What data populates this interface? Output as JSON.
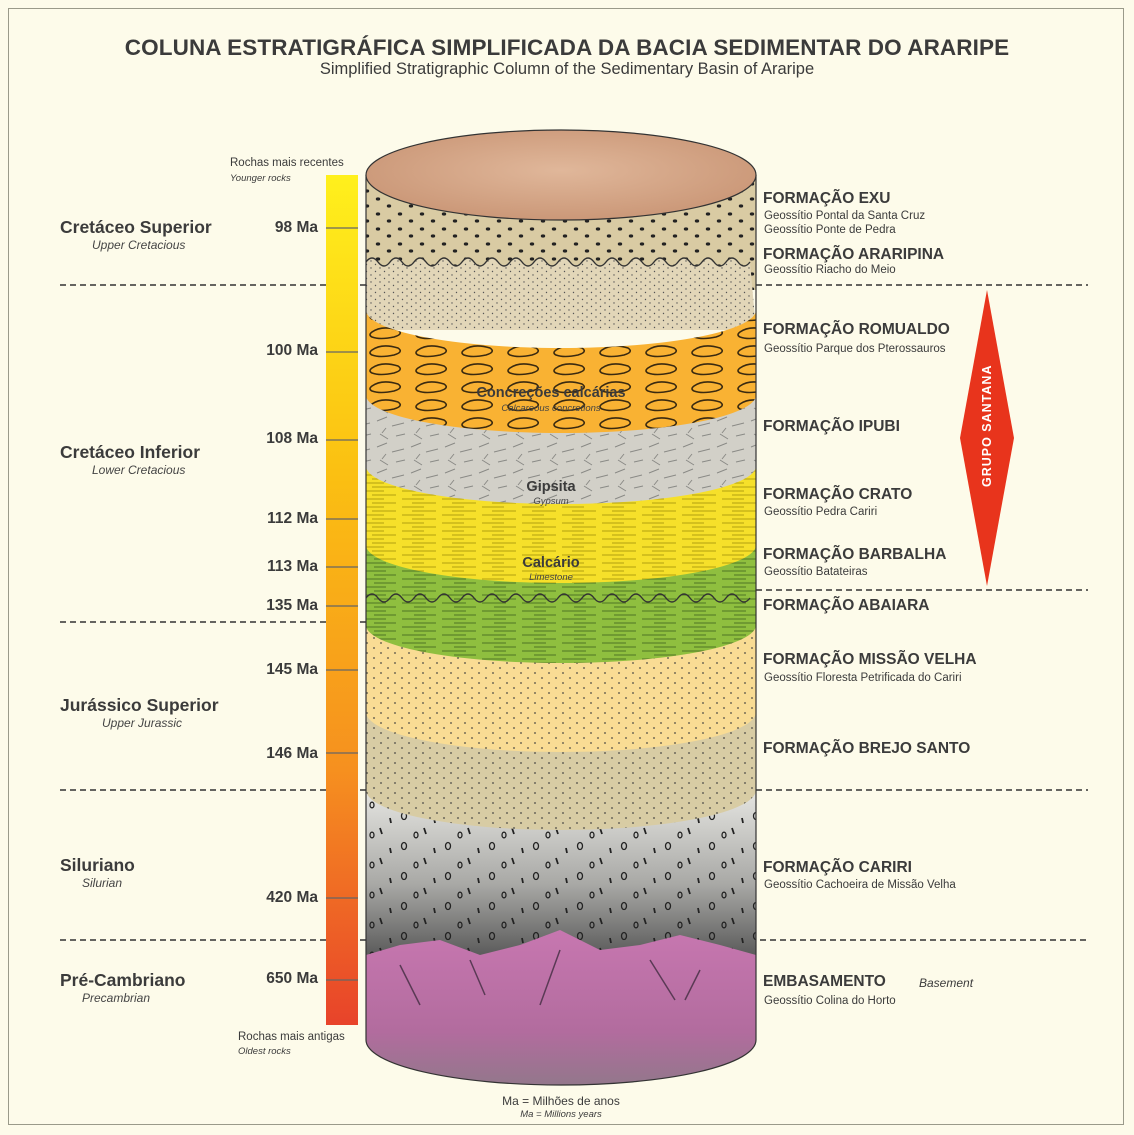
{
  "title": "COLUNA ESTRATIGRÁFICA SIMPLIFICADA DA BACIA SEDIMENTAR DO ARARIPE",
  "subtitle": "Simplified Stratigraphic Column of the Sedimentary Basin of Araripe",
  "scale": {
    "top_label": "Rochas mais recentes",
    "top_label_en": "Younger rocks",
    "bottom_label": "Rochas mais antigas",
    "bottom_label_en": "Oldest rocks"
  },
  "periods": [
    {
      "name": "Cretáceo Superior",
      "name_en": "Upper Cretacious"
    },
    {
      "name": "Cretáceo Inferior",
      "name_en": "Lower Cretacious"
    },
    {
      "name": "Jurássico Superior",
      "name_en": "Upper Jurassic"
    },
    {
      "name": "Siluriano",
      "name_en": "Silurian"
    },
    {
      "name": "Pré-Cambriano",
      "name_en": "Precambrian"
    }
  ],
  "ages": [
    "98 Ma",
    "100 Ma",
    "108 Ma",
    "112 Ma",
    "113 Ma",
    "135 Ma",
    "145 Ma",
    "146 Ma",
    "420 Ma",
    "650 Ma"
  ],
  "formations": [
    {
      "name": "FORMAÇÃO EXU",
      "geo": [
        "Geossítio Pontal da Santa Cruz",
        "Geossítio Ponte de Pedra"
      ]
    },
    {
      "name": "FORMAÇÃO ARARIPINA",
      "geo": [
        "Geossítio Riacho do Meio"
      ]
    },
    {
      "name": "FORMAÇÃO ROMUALDO",
      "geo": [
        "Geossítio Parque dos Pterossauros"
      ]
    },
    {
      "name": "FORMAÇÃO IPUBI",
      "geo": []
    },
    {
      "name": "FORMAÇÃO CRATO",
      "geo": [
        "Geossítio Pedra Cariri"
      ]
    },
    {
      "name": "FORMAÇÃO BARBALHA",
      "geo": [
        "Geossítio Batateiras"
      ]
    },
    {
      "name": "FORMAÇÃO ABAIARA",
      "geo": []
    },
    {
      "name": "FORMAÇÃO MISSÃO VELHA",
      "geo": [
        "Geossítio Floresta Petrificada do Cariri"
      ]
    },
    {
      "name": "FORMAÇÃO BREJO SANTO",
      "geo": []
    },
    {
      "name": "FORMAÇÃO CARIRI",
      "geo": [
        "Geossítio Cachoeira de Missão Velha"
      ]
    },
    {
      "name": "EMBASAMENTO",
      "name_en": "Basement",
      "geo": [
        "Geossítio Colina do Horto"
      ]
    }
  ],
  "layer_labels": [
    {
      "name": "Concreções calcárias",
      "name_en": "Calcareous concretions"
    },
    {
      "name": "Gipsita",
      "name_en": "Gypsum"
    },
    {
      "name": "Calcário",
      "name_en": "Limestone"
    }
  ],
  "group": "GRUPO SANTANA",
  "footnote": "Ma = Milhões de anos",
  "footnote_en": "Ma = Millions years",
  "colors": {
    "background": "#fdfbea",
    "group_arrow": "#e8341c",
    "scale_top": "#ffee1a",
    "scale_bottom": "#e8432a",
    "romualdo": "#f9b233",
    "ipubi": "#d2d0c8",
    "crato": "#f6e02a",
    "barbalha": "#8fbf3f",
    "missao_velha": "#f9dc94",
    "brejo_santo": "#d8cca4",
    "cariri": "#6d6d6d",
    "basement": "#c97cae"
  }
}
